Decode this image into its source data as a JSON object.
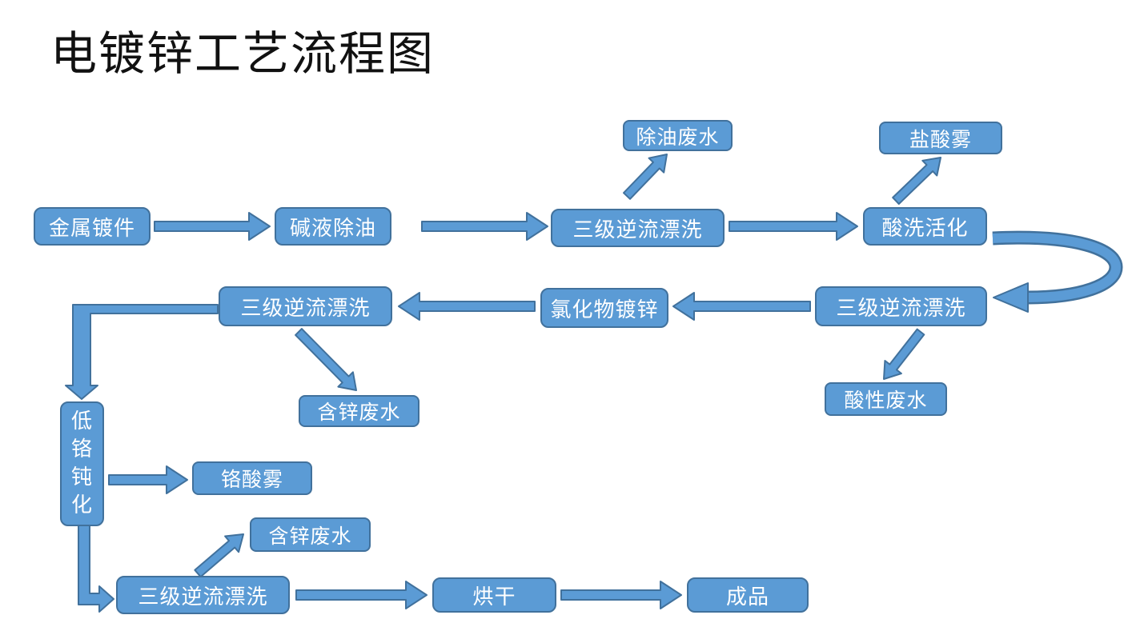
{
  "title": "电镀锌工艺流程图",
  "colors": {
    "shape_fill": "#5B9BD5",
    "shape_border": "#41719C",
    "shape_text": "#FFFFFF",
    "title_text": "#111111",
    "background": "#FFFFFF"
  },
  "nodes": {
    "metal_part": "金属镀件",
    "alkali_degrease": "碱液除油",
    "rinse_1": "三级逆流漂洗",
    "acid_activation": "酸洗活化",
    "degrease_wastewater": "除油废水",
    "hcl_mist": "盐酸雾",
    "rinse_2": "三级逆流漂洗",
    "chloride_galvanize": "氯化物镀锌",
    "rinse_3": "三级逆流漂洗",
    "acidic_wastewater": "酸性废水",
    "zinc_wastewater_1": "含锌废水",
    "low_chromium_passivation": "低铬钝化",
    "chromic_acid_mist": "铬酸雾",
    "zinc_wastewater_2": "含锌废水",
    "rinse_4": "三级逆流漂洗",
    "drying": "烘干",
    "finished_product": "成品"
  },
  "edges": [
    {
      "from": "metal_part",
      "to": "alkali_degrease"
    },
    {
      "from": "alkali_degrease",
      "to": "rinse_1"
    },
    {
      "from": "rinse_1",
      "to": "degrease_wastewater"
    },
    {
      "from": "rinse_1",
      "to": "acid_activation"
    },
    {
      "from": "acid_activation",
      "to": "hcl_mist"
    },
    {
      "from": "acid_activation",
      "to": "rinse_3"
    },
    {
      "from": "rinse_3",
      "to": "acidic_wastewater"
    },
    {
      "from": "rinse_3",
      "to": "chloride_galvanize"
    },
    {
      "from": "chloride_galvanize",
      "to": "rinse_2"
    },
    {
      "from": "rinse_2",
      "to": "zinc_wastewater_1"
    },
    {
      "from": "rinse_2",
      "to": "low_chromium_passivation"
    },
    {
      "from": "low_chromium_passivation",
      "to": "chromic_acid_mist"
    },
    {
      "from": "low_chromium_passivation",
      "to": "rinse_4"
    },
    {
      "from": "rinse_4",
      "to": "zinc_wastewater_2"
    },
    {
      "from": "rinse_4",
      "to": "drying"
    },
    {
      "from": "drying",
      "to": "finished_product"
    }
  ]
}
